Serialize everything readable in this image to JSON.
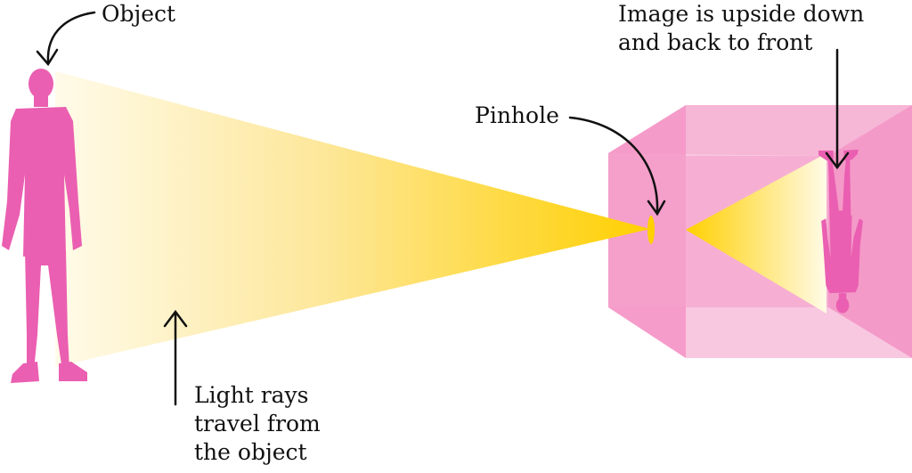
{
  "labels": {
    "object": "Object",
    "pinhole": "Pinhole",
    "image": [
      "Image is upside down",
      "and back to front"
    ],
    "light": [
      "Light rays",
      "travel from",
      "the object"
    ]
  },
  "colors": {
    "figure": "#ea5fb1",
    "beam": "#ffd000",
    "box_front": "#f49ac8",
    "box_back": "#f8c7e0",
    "box_inner": "#f6b6d6",
    "arrow": "#111111"
  },
  "icons": {
    "object": "man-silhouette-icon",
    "image": "inverted-man-silhouette-icon"
  }
}
